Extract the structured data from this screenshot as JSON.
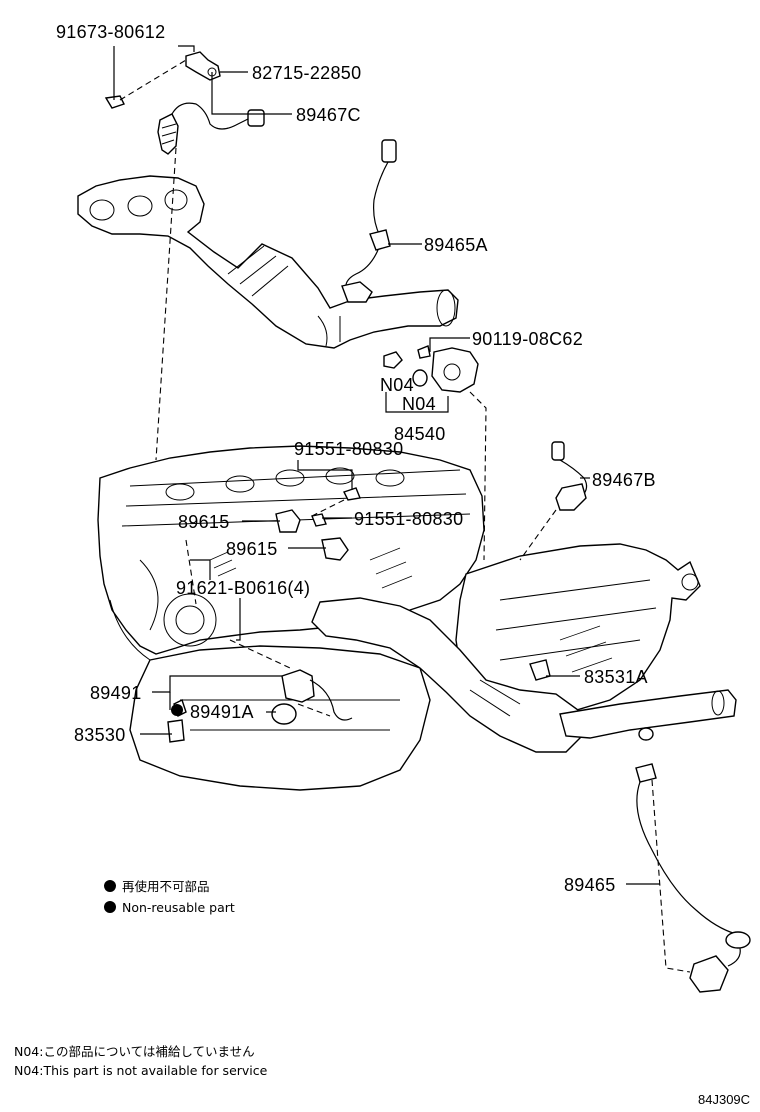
{
  "labels": {
    "p91673": "91673-80612",
    "p82715": "82715-22850",
    "p89467c": "89467C",
    "p89465a": "89465A",
    "p90119": "90119-08C62",
    "n04a": "N04",
    "n04b": "N04",
    "p84540": "84540",
    "p91551a": "91551-80830",
    "p89467b": "89467B",
    "p89615a": "89615",
    "p91551b": "91551-80830",
    "p89615b": "89615",
    "p91621": "91621-B0616(4)",
    "p89491": "89491",
    "p83531a": "83531A",
    "p89491a": "89491A",
    "p83530": "83530",
    "p89465": "89465"
  },
  "legend": {
    "jp": "再使用不可部品",
    "en": "Non-reusable part"
  },
  "notes": {
    "jp": "N04:この部品については補給していません",
    "en": "N04:This part is not available for service"
  },
  "diagram_code": "84J309C"
}
